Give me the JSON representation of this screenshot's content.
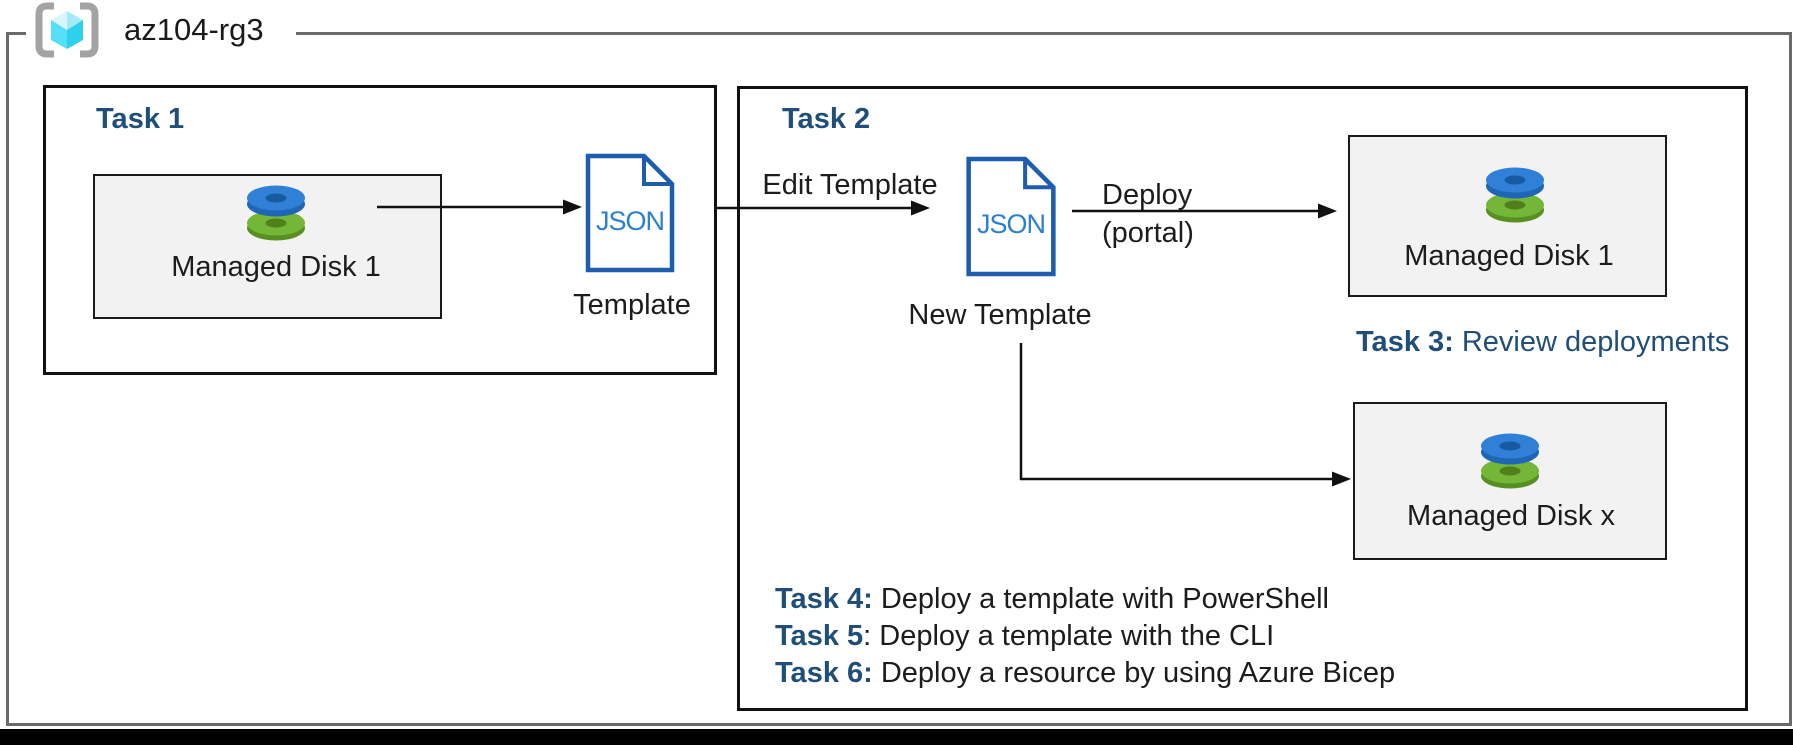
{
  "resource_group": {
    "label": "az104-rg3",
    "icon": "resource-group-icon"
  },
  "task1": {
    "title": "Task 1",
    "disk_box": {
      "label": "Managed Disk 1",
      "icon": "managed-disk-icon"
    },
    "template": {
      "doc_label": "JSON",
      "caption": "Template",
      "icon": "json-document-icon"
    }
  },
  "flow": {
    "edit_template_label": "Edit Template",
    "deploy_label": "Deploy",
    "deploy_sublabel": "(portal)"
  },
  "task2": {
    "title": "Task 2",
    "new_template": {
      "doc_label": "JSON",
      "caption": "New Template",
      "icon": "json-document-icon"
    },
    "disk_box_1": {
      "label": "Managed Disk 1",
      "icon": "managed-disk-icon"
    },
    "disk_box_x": {
      "label": "Managed Disk x",
      "icon": "managed-disk-icon"
    },
    "task3": {
      "prefix": "Task 3:",
      "text": " Review deployments"
    },
    "tasks": [
      {
        "prefix": "Task 4:",
        "text": " Deploy a template with PowerShell"
      },
      {
        "prefix": "Task 5",
        "text": ": Deploy a template with the CLI"
      },
      {
        "prefix": "Task 6:",
        "text": " Deploy a resource by using Azure Bicep"
      }
    ]
  },
  "colors": {
    "task_title_navy": "#1f4e79",
    "json_border_blue": "#1e5cad",
    "json_text_blue": "#2c80cf",
    "disk_blue_top": "#2f80d6",
    "disk_blue_rim": "#1f66b6",
    "disk_green_top": "#74b637",
    "disk_green_rim": "#578f20",
    "box_fill_gray": "#f2f2f2",
    "outer_border_gray": "#6a6a6a",
    "cube_cyan": "#56dff8",
    "bracket_gray": "#a3a3a3"
  }
}
